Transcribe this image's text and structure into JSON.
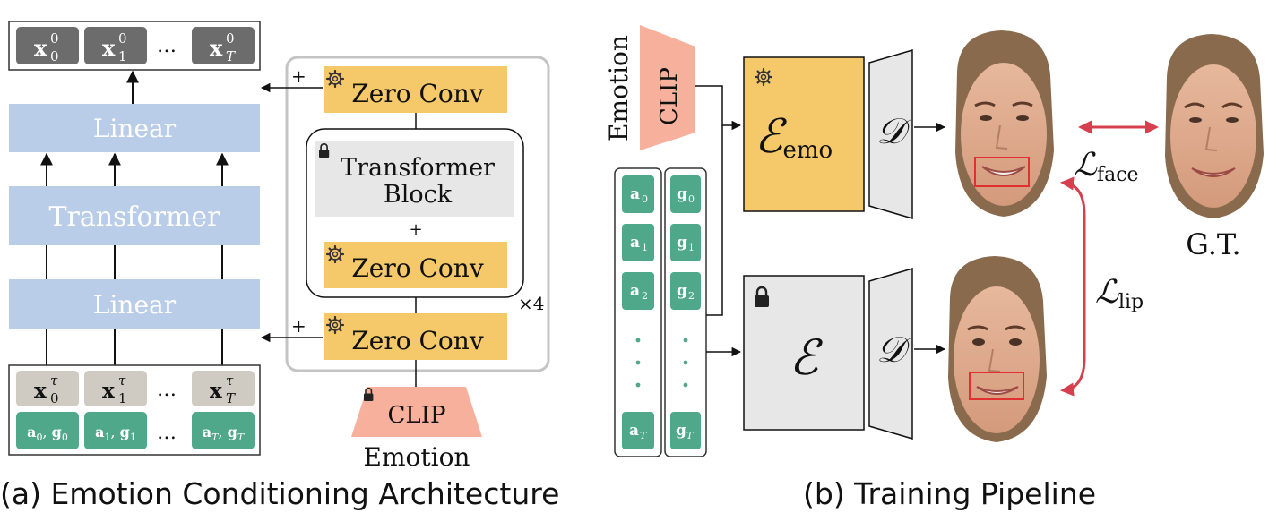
{
  "colors": {
    "linear": "#b9cde8",
    "zero_conv": "#f5c969",
    "clip": "#f7b09c",
    "token": "#4ea889",
    "token_border": "#2f7f66",
    "noisy": "#cfcbc3",
    "output": "#6c6c6c",
    "frozen": "#e7e7e7",
    "red": "#d6404e"
  },
  "left": {
    "outputs": [
      {
        "base": "x",
        "sub": "0",
        "sup": "0"
      },
      {
        "base": "x",
        "sub": "1",
        "sup": "0"
      },
      {
        "base": "x",
        "sub": "T",
        "sup": "0"
      }
    ],
    "ellipsis": "…",
    "linear_top": "Linear",
    "transformer": "Transformer",
    "linear_bottom": "Linear",
    "noisy_inputs": [
      {
        "base": "x",
        "sub": "0",
        "sup": "τ"
      },
      {
        "base": "x",
        "sub": "1",
        "sup": "τ"
      },
      {
        "base": "x",
        "sub": "T",
        "sup": "τ"
      }
    ],
    "audio_inputs": [
      {
        "a": "a",
        "a_sub": "0",
        "g": "g",
        "g_sub": "0"
      },
      {
        "a": "a",
        "a_sub": "1",
        "g": "g",
        "g_sub": "1"
      },
      {
        "a": "a",
        "a_sub": "T",
        "g": "g",
        "g_sub": "T"
      }
    ],
    "plus_top": "+",
    "plus_bottom": "+",
    "zero_conv_top": "Zero Conv",
    "transformer_block_line1": "Transformer",
    "transformer_block_line2": "Block",
    "inner_plus": "+",
    "zero_conv_inner": "Zero Conv",
    "times": "×4",
    "zero_conv_bottom": "Zero Conv",
    "clip": "CLIP",
    "emotion": "Emotion",
    "caption": "(a) Emotion Conditioning Architecture"
  },
  "right": {
    "emotion": "Emotion",
    "clip": "CLIP",
    "audio_col": [
      {
        "base": "a",
        "sub": "0"
      },
      {
        "base": "a",
        "sub": "1"
      },
      {
        "base": "a",
        "sub": "2"
      },
      {
        "base": "a",
        "sub": "T"
      }
    ],
    "gesture_col": [
      {
        "base": "g",
        "sub": "0"
      },
      {
        "base": "g",
        "sub": "1"
      },
      {
        "base": "g",
        "sub": "2"
      },
      {
        "base": "g",
        "sub": "T"
      }
    ],
    "encoder_emo_base": "ℰ",
    "encoder_emo_sub": "emo",
    "encoder": "ℰ",
    "decoder_top": "𝒟",
    "decoder_bottom": "𝒟",
    "loss_face_base": "ℒ",
    "loss_face_sub": "face",
    "loss_lip_base": "ℒ",
    "loss_lip_sub": "lip",
    "gt": "G.T.",
    "caption": "(b) Training Pipeline"
  }
}
